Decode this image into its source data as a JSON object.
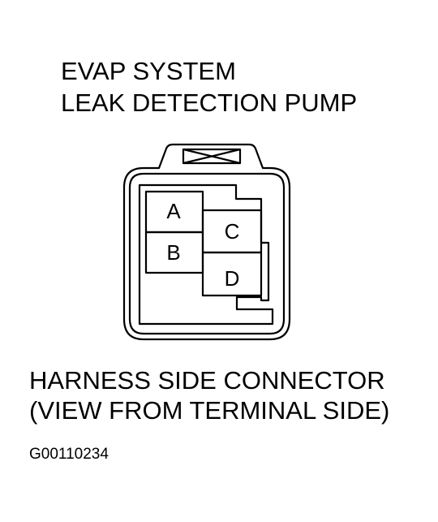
{
  "title": {
    "line1": "EVAP SYSTEM",
    "line2": "LEAK DETECTION PUMP"
  },
  "connector": {
    "terminals": [
      "A",
      "B",
      "C",
      "D"
    ]
  },
  "caption": {
    "line1": "HARNESS SIDE CONNECTOR",
    "line2": "(VIEW FROM TERMINAL SIDE)"
  },
  "figure_code": "G00110234"
}
